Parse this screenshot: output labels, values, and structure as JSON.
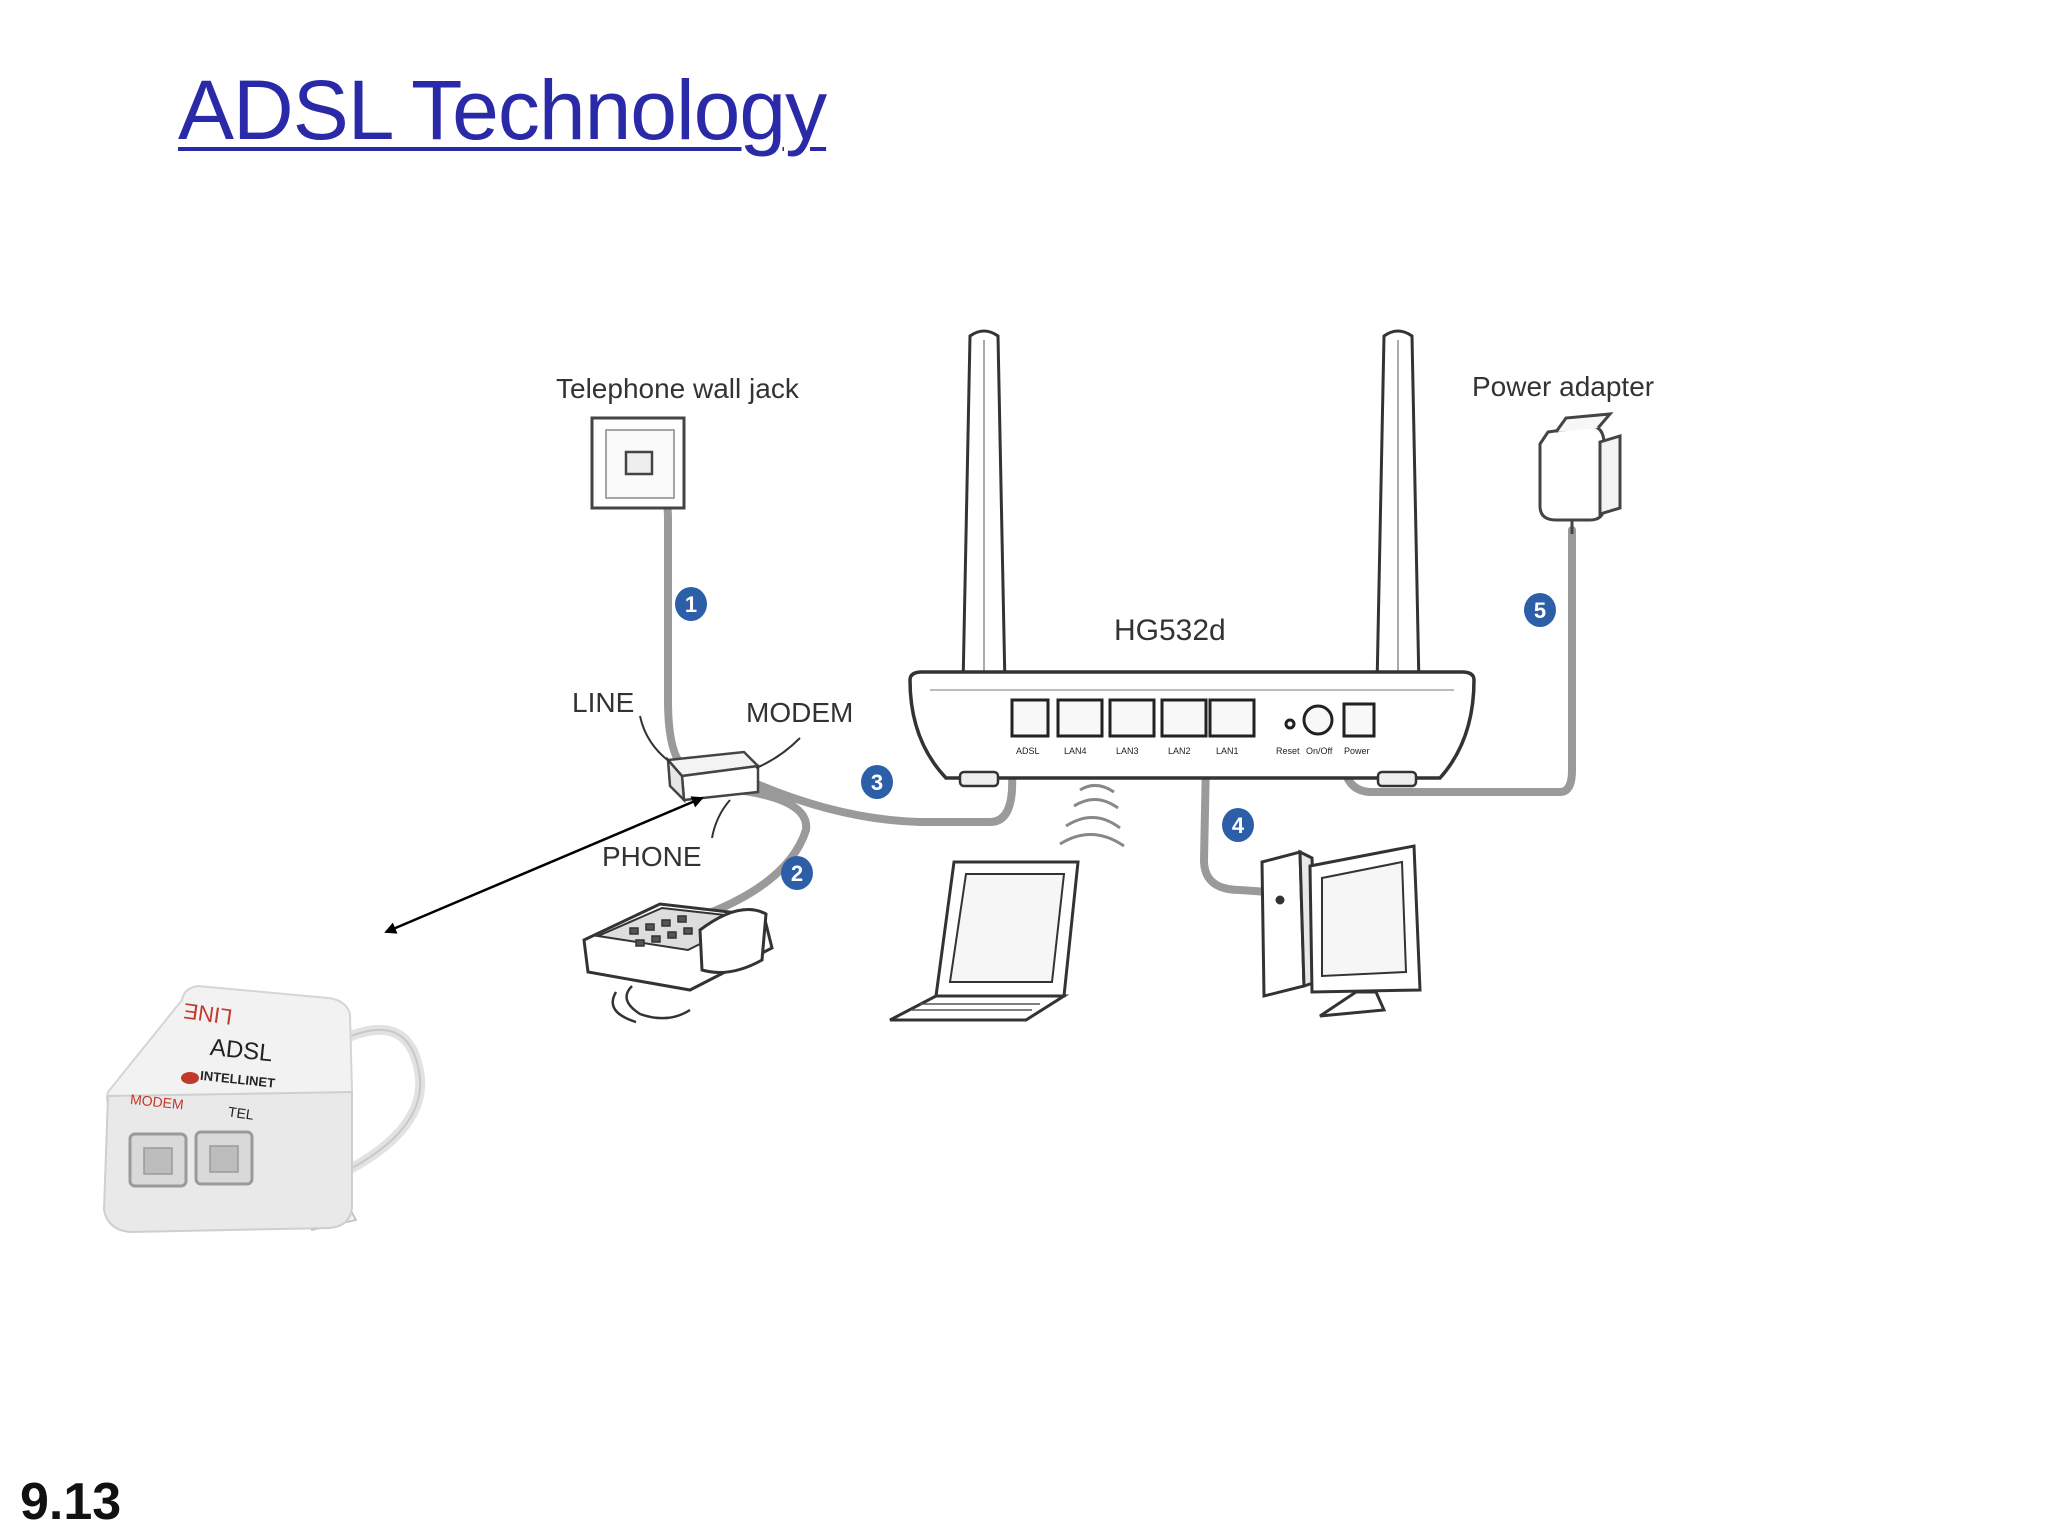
{
  "slide": {
    "title": "ADSL Technology",
    "number": "9.13"
  },
  "diagram": {
    "labels": {
      "wall_jack": "Telephone wall jack",
      "power_adapter": "Power adapter",
      "router_model": "HG532d",
      "line": "LINE",
      "modem": "MODEM",
      "phone": "PHONE"
    },
    "router_ports": [
      "ADSL",
      "LAN4",
      "LAN3",
      "LAN2",
      "LAN1",
      "Reset",
      "On/Off",
      "Power"
    ],
    "step_markers": [
      "1",
      "2",
      "3",
      "4",
      "5"
    ],
    "splitter_photo": {
      "brand": "INTELLINET",
      "title": "ADSL",
      "line": "LINE",
      "modem": "MODEM",
      "tel": "TEL"
    },
    "colors": {
      "title": "#2a2aa8",
      "marker": "#2d5fa8",
      "cable": "#9a9a9a"
    }
  }
}
